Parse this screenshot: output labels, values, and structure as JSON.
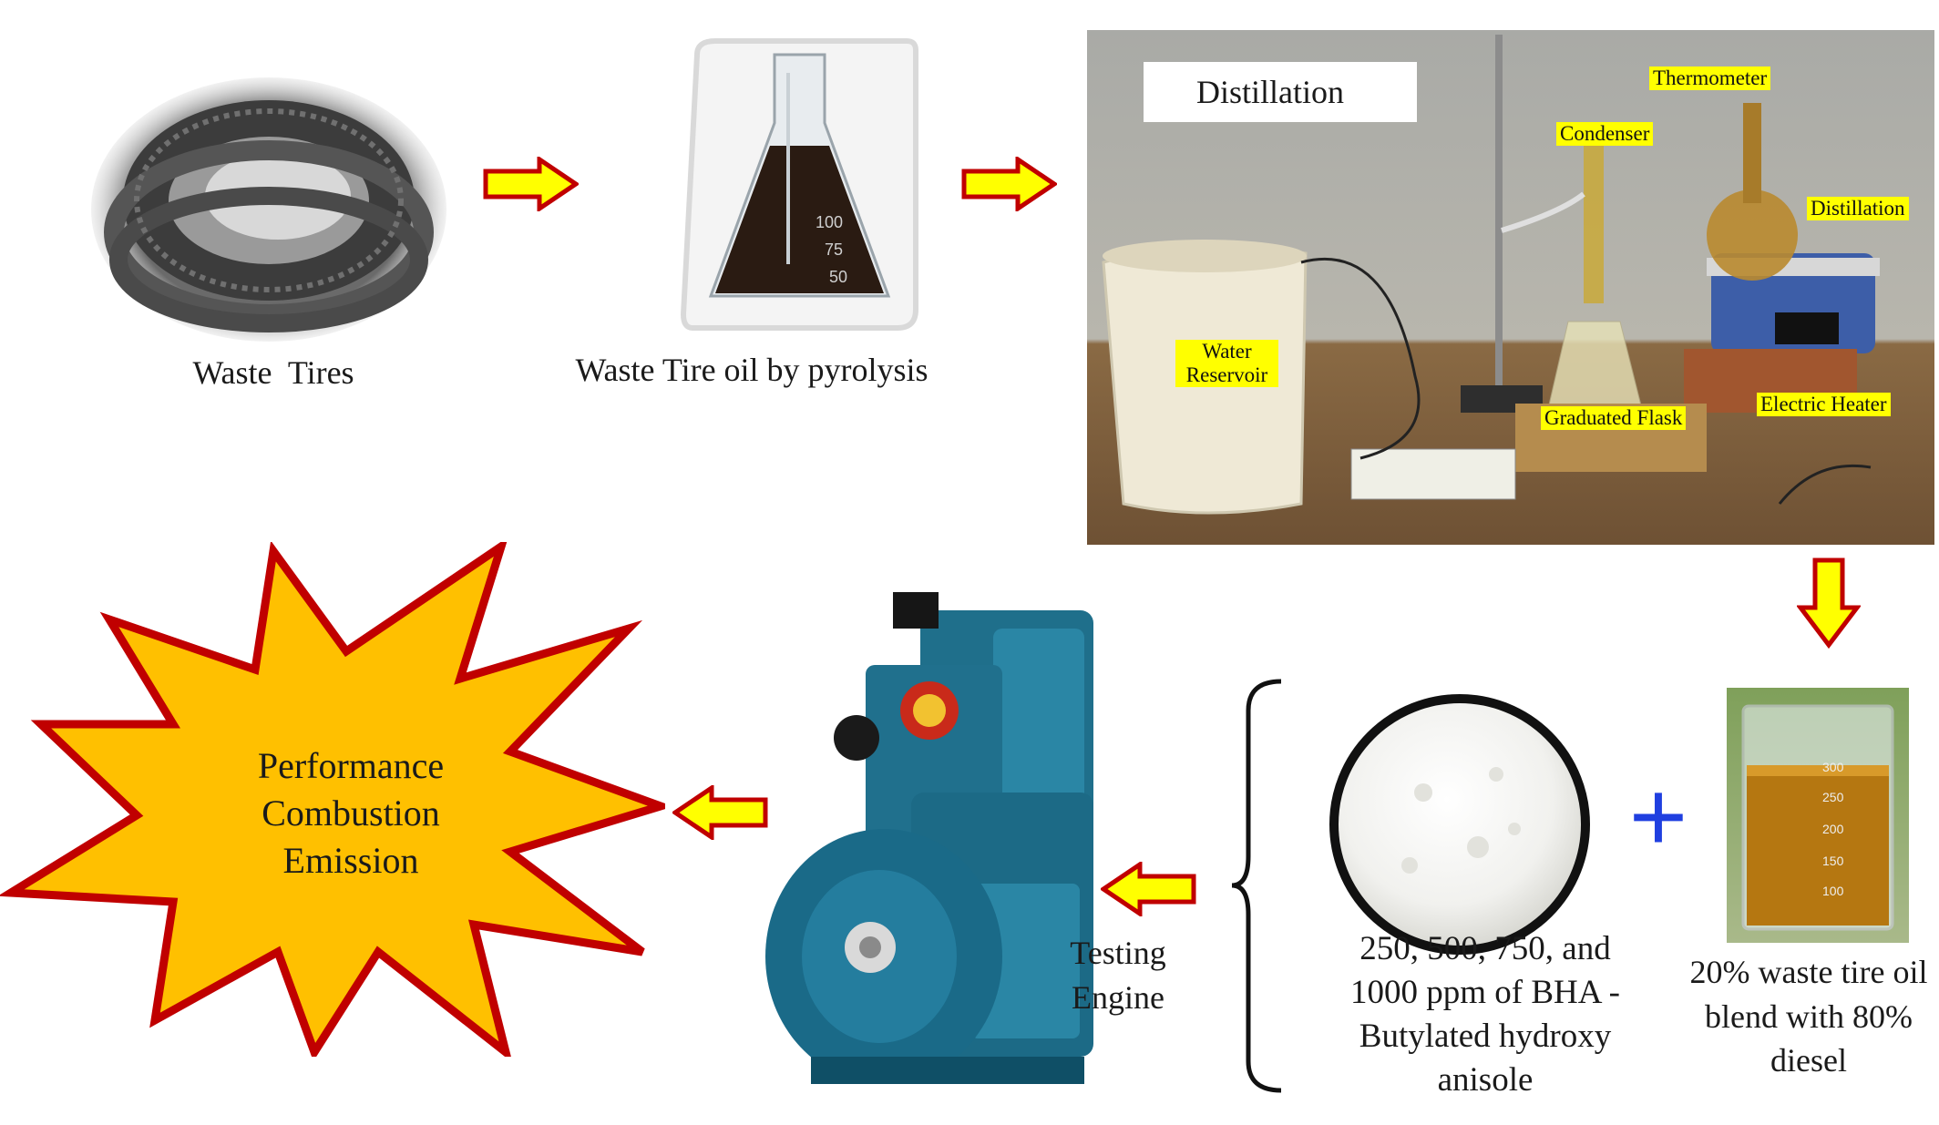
{
  "colors": {
    "arrow_fill": "#ffff00",
    "arrow_stroke": "#c00000",
    "star_fill": "#ffc000",
    "star_stroke": "#c00000",
    "plus": "#1f3fe0",
    "oil": "#a36a0f",
    "engine": "#1f6f8b"
  },
  "steps": {
    "waste_tires": {
      "caption": "Waste  Tires"
    },
    "pyrolysis": {
      "caption": "Waste Tire oil by pyrolysis"
    },
    "distillation": {
      "title": "Distillation",
      "labels": {
        "thermometer": "Thermometer",
        "condenser": "Condenser",
        "distillation": "Distillation",
        "water_reservoir": "Water Reservoir",
        "graduated_flask": "Graduated Flask",
        "electric_heater": "Electric Heater"
      }
    },
    "blend": {
      "caption": "20% waste tire oil blend with 80% diesel"
    },
    "additive": {
      "caption": "250, 500, 750, and 1000 ppm of BHA - Butylated hydroxy anisole",
      "operator": "+"
    },
    "engine": {
      "caption": "Testing Engine"
    },
    "result": {
      "lines": [
        "Performance",
        "Combustion",
        "Emission"
      ]
    }
  },
  "icons": [
    "right-arrow-icon",
    "down-arrow-icon",
    "left-arrow-icon",
    "plus-icon",
    "brace-icon",
    "starburst-icon"
  ]
}
